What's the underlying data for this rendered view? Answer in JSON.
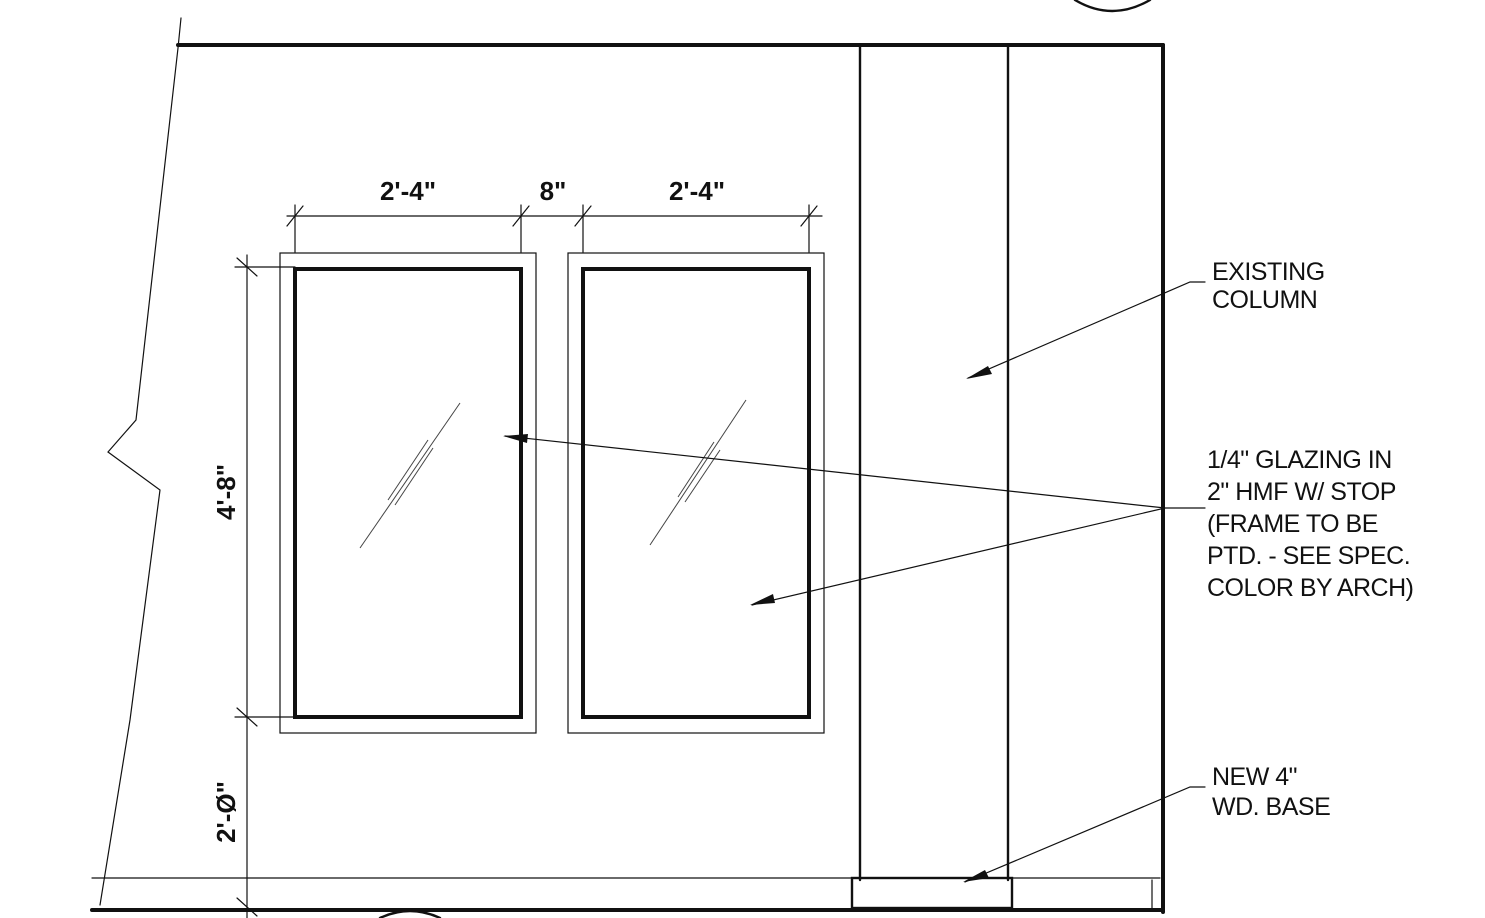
{
  "dimensions": {
    "window_width_left": "2'-4\"",
    "mullion_gap": "8\"",
    "window_width_right": "2'-4\"",
    "window_height": "4'-8\"",
    "sill_height": "2'-Ø\""
  },
  "notes": {
    "existing_column": [
      "EXISTING",
      "COLUMN"
    ],
    "glazing": [
      "1/4\" GLAZING IN",
      "2\" HMF W/ STOP",
      "(FRAME TO BE",
      "PTD. - SEE SPEC.",
      "COLOR BY ARCH)"
    ],
    "base": [
      "NEW 4\"",
      "WD. BASE"
    ]
  }
}
